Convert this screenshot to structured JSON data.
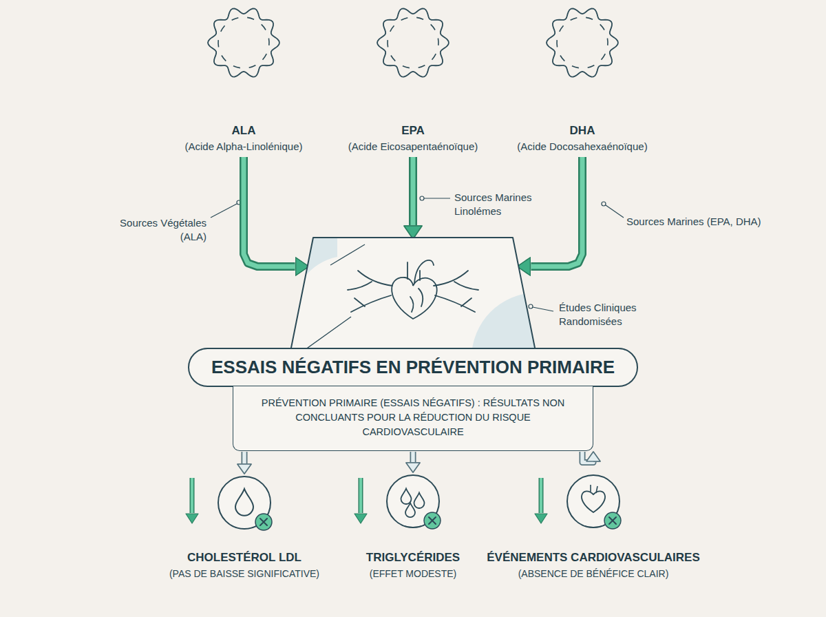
{
  "diagram": {
    "nodes": [
      {
        "text": [
          "ALA",
          "(Acide Alpha-Linolénique)"
        ]
      },
      {
        "text": [
          "EPA",
          "(Acide Eicosapentaénoïque)"
        ]
      },
      {
        "text": [
          "DHA",
          "(Acide Docosahexaénoïque)"
        ]
      },
      {
        "text": [
          "Études Cliniques Randomisées"
        ]
      },
      {
        "text": [
          "ESSAIS NÉGATIFS EN PRÉVENTION PRIMAIRE"
        ]
      },
      {
        "text": [
          "PRÉVENTION PRIMAIRE (ESSAIS NÉGATIFS) : RÉSULTATS NON CONCLUANTS POUR LA RÉDUCTION DU RISQUE CARDIOVASCULAIRE"
        ]
      },
      {
        "text": [
          "CHOLESTÉROL LDL",
          "(PAS DE BAISSE SIGNIFICATIVE)"
        ]
      },
      {
        "text": [
          "TRIGLYCÉRIDES",
          "(EFFET MODESTE)"
        ]
      },
      {
        "text": [
          "ÉVÉNEMENTS CARDIOVASCULAIRES",
          "(ABSENCE DE BÉNÉFICE CLAIR)"
        ]
      }
    ],
    "edges": [
      {
        "from": 0,
        "to": 3,
        "label": "Sources Végétales (ALA)",
        "arrow": "to"
      },
      {
        "from": 1,
        "to": 3,
        "label": "Sources Marines Linolémes",
        "arrow": "to"
      },
      {
        "from": 2,
        "to": 3,
        "label": "Sources Marines (EPA, DHA)",
        "arrow": "to"
      },
      {
        "from": 5,
        "to": 6,
        "arrow": "to"
      },
      {
        "from": 5,
        "to": 7,
        "arrow": "to"
      },
      {
        "from": 5,
        "to": 8,
        "arrow": "to"
      }
    ]
  }
}
